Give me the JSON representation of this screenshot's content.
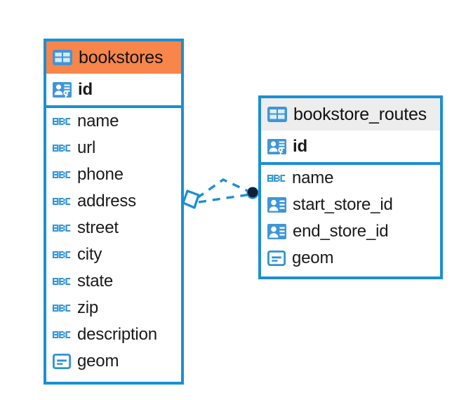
{
  "diagram": {
    "type": "entity-relationship-diagram",
    "background": "#ffffff",
    "accent_color": "#1b8fd2",
    "selected_header_color": "#f8854a",
    "unselected_header_color": "#ededed"
  },
  "tables": [
    {
      "name": "bookstores",
      "selected": true,
      "header_icon": "table-icon",
      "fields": [
        {
          "name": "id",
          "icon": "primary-key-icon",
          "primary_key": true
        },
        {
          "name": "name",
          "icon": "text-abc-icon",
          "primary_key": false
        },
        {
          "name": "url",
          "icon": "text-abc-icon",
          "primary_key": false
        },
        {
          "name": "phone",
          "icon": "text-abc-icon",
          "primary_key": false
        },
        {
          "name": "address",
          "icon": "text-abc-icon",
          "primary_key": false
        },
        {
          "name": "street",
          "icon": "text-abc-icon",
          "primary_key": false
        },
        {
          "name": "city",
          "icon": "text-abc-icon",
          "primary_key": false
        },
        {
          "name": "state",
          "icon": "text-abc-icon",
          "primary_key": false
        },
        {
          "name": "zip",
          "icon": "text-abc-icon",
          "primary_key": false
        },
        {
          "name": "description",
          "icon": "text-abc-icon",
          "primary_key": false
        },
        {
          "name": "geom",
          "icon": "geometry-icon",
          "primary_key": false
        }
      ]
    },
    {
      "name": "bookstore_routes",
      "selected": false,
      "header_icon": "table-icon",
      "fields": [
        {
          "name": "id",
          "icon": "primary-key-icon",
          "primary_key": true
        },
        {
          "name": "name",
          "icon": "text-abc-icon",
          "primary_key": false
        },
        {
          "name": "start_store_id",
          "icon": "foreign-key-icon",
          "primary_key": false
        },
        {
          "name": "end_store_id",
          "icon": "foreign-key-icon",
          "primary_key": false
        },
        {
          "name": "geom",
          "icon": "geometry-icon",
          "primary_key": false
        }
      ]
    }
  ],
  "relationship": {
    "style": "dashed",
    "color": "#1b8fd2",
    "source_marker": "crows-foot-diamond",
    "target_marker": "filled-circle",
    "target_marker_color": "#111b33"
  }
}
